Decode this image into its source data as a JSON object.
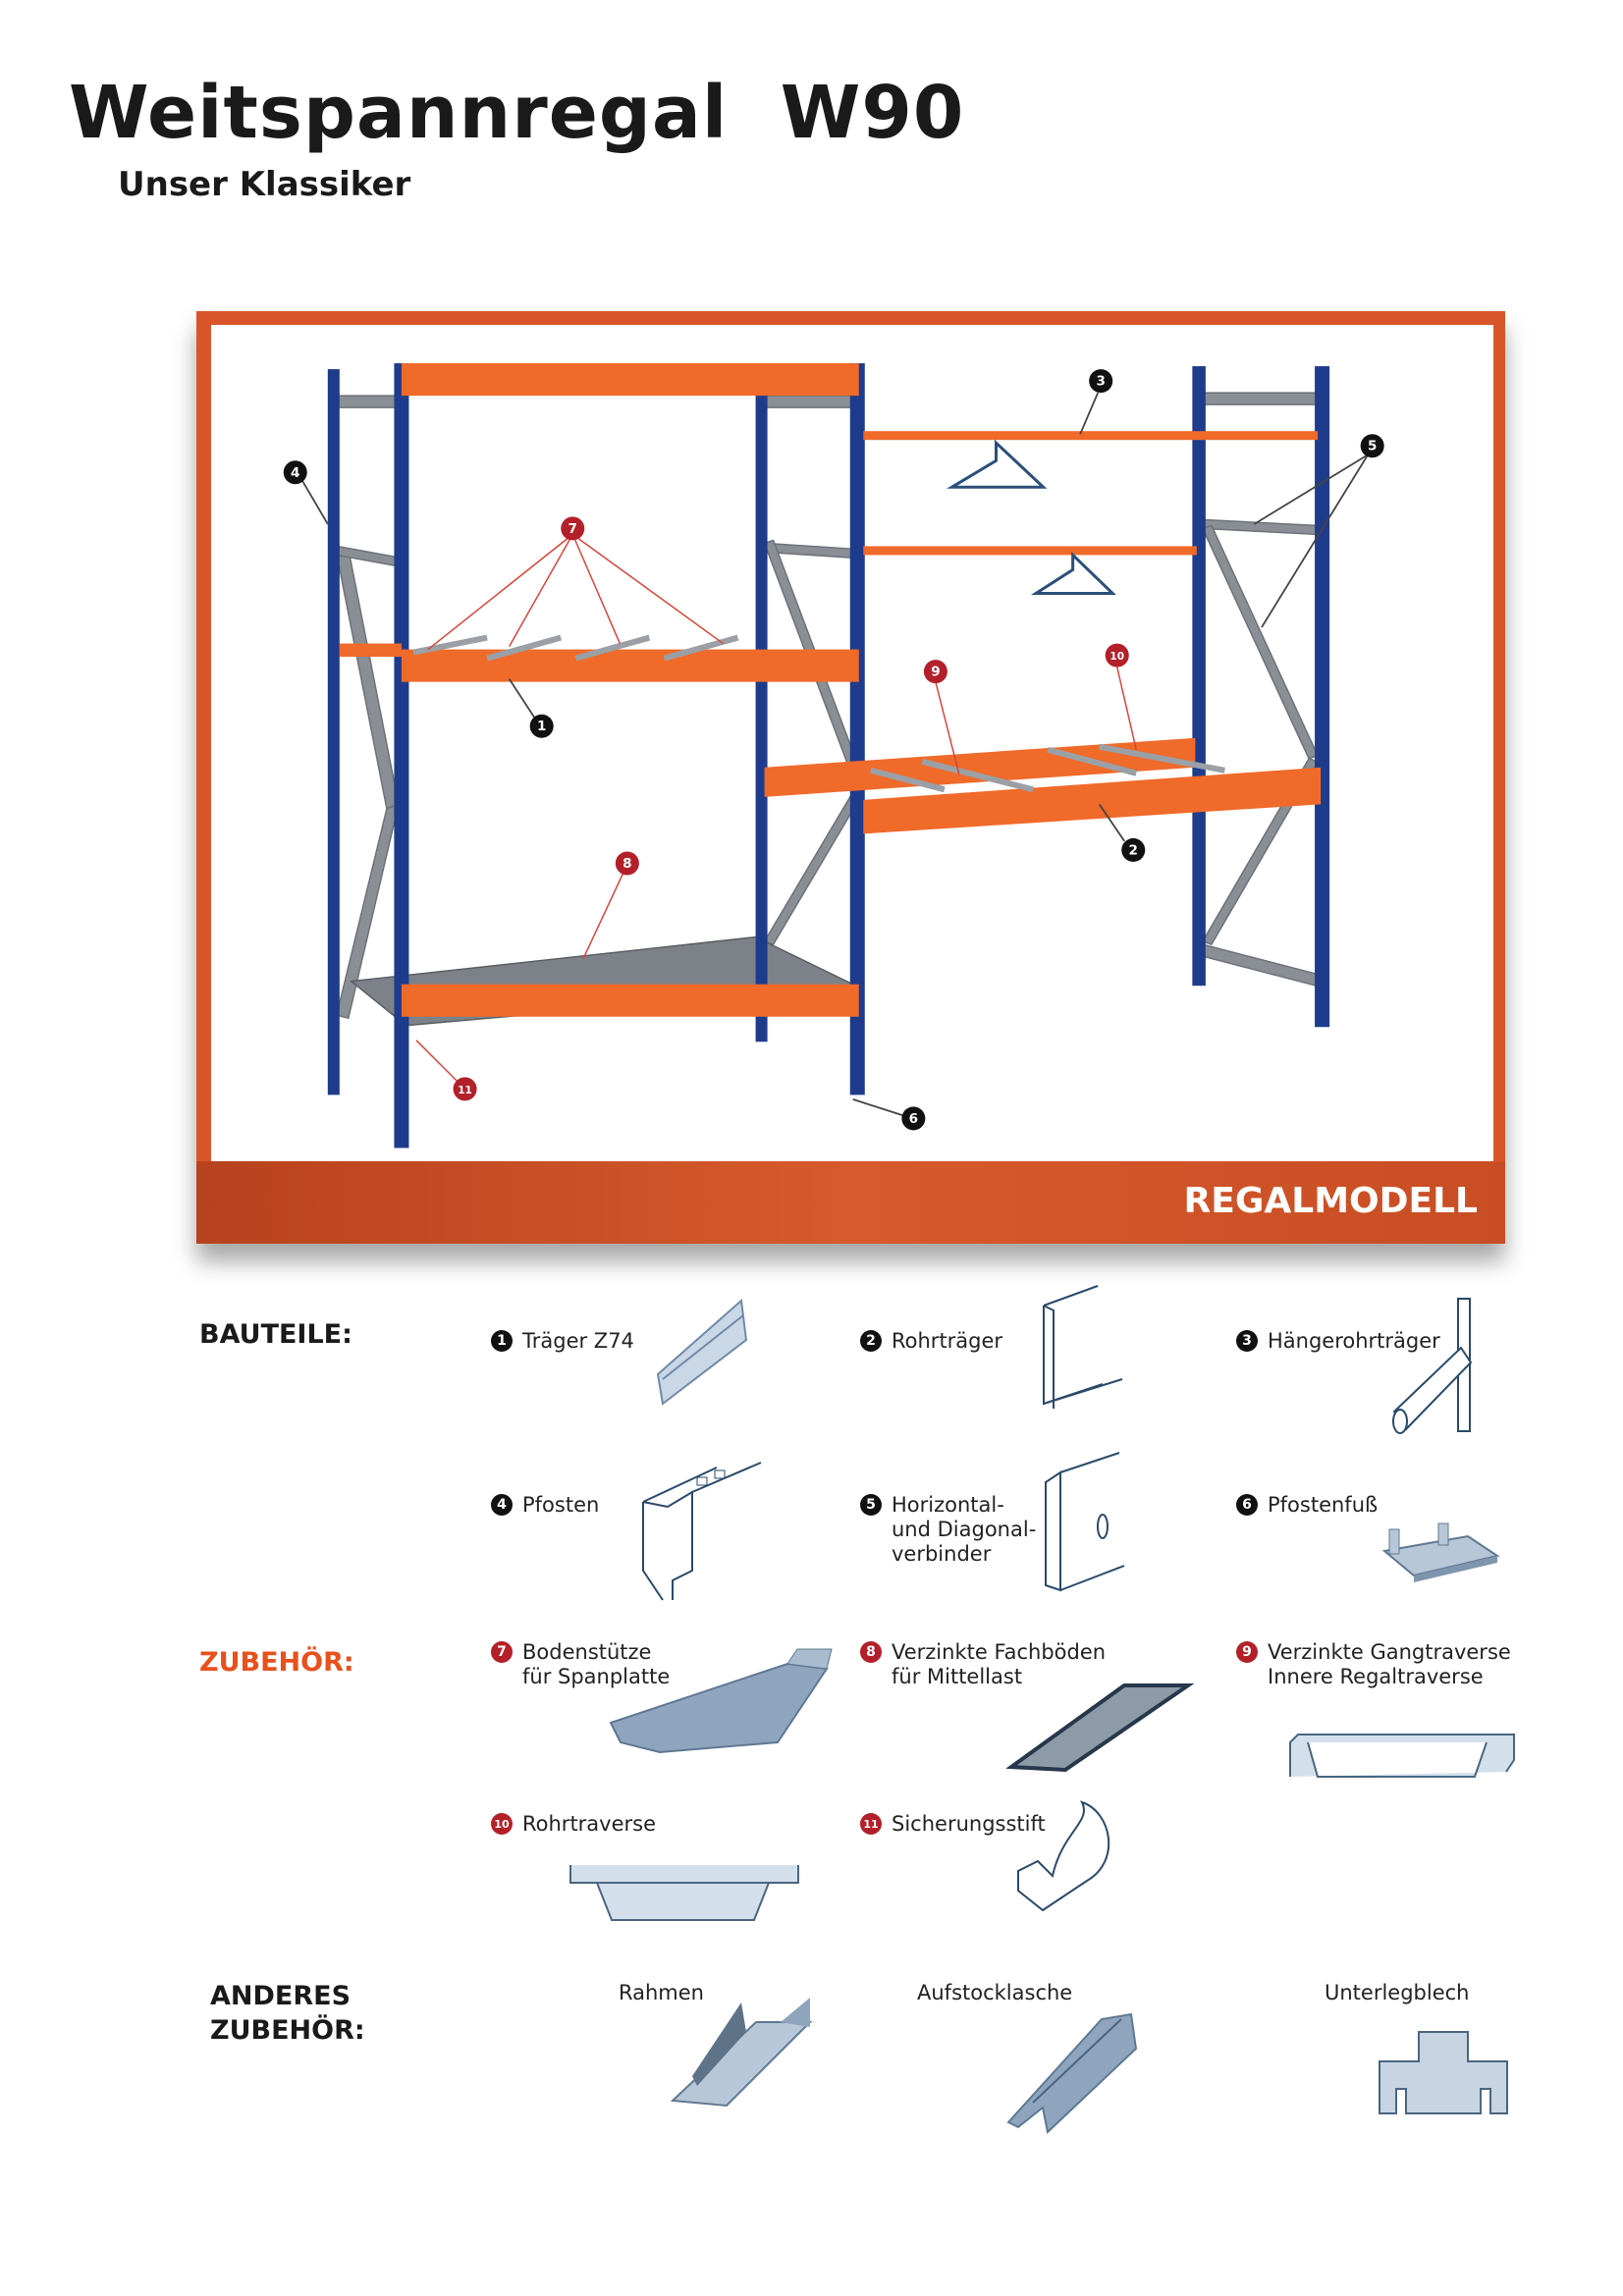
{
  "header": {
    "title": "Weitspannregal  W90",
    "subtitle": "Unser Klassiker"
  },
  "figure": {
    "band_label": "REGALMODELL",
    "callouts": [
      "1",
      "2",
      "3",
      "4",
      "5",
      "6",
      "7",
      "8",
      "9",
      "10",
      "11"
    ],
    "colors": {
      "post": "#1f3c8c",
      "beam": "#f06a2a",
      "brace": "#8a8f96",
      "frame": "#d9562a",
      "callout_black": "#111111",
      "callout_red": "#b3202a"
    }
  },
  "sections": {
    "bauteile": "BAUTEILE:",
    "zubehoer": "ZUBEHÖR:",
    "anderes": "ANDERES\nZUBEHÖR:"
  },
  "bauteile": [
    {
      "num": "1",
      "label": "Träger Z74"
    },
    {
      "num": "2",
      "label": "Rohrträger"
    },
    {
      "num": "3",
      "label": "Hängerohrträger"
    },
    {
      "num": "4",
      "label": "Pfosten"
    },
    {
      "num": "5",
      "label": "Horizontal-\nund Diagonal-\nverbinder"
    },
    {
      "num": "6",
      "label": "Pfostenfuß"
    }
  ],
  "zubehoer": [
    {
      "num": "7",
      "label": "Bodenstütze\nfür Spanplatte"
    },
    {
      "num": "8",
      "label": "Verzinkte Fachböden\nfür Mittellast"
    },
    {
      "num": "9",
      "label": "Verzinkte Gangtraverse\nInnere Regaltraverse"
    },
    {
      "num": "10",
      "label": "Rohrtraverse"
    },
    {
      "num": "11",
      "label": "Sicherungsstift"
    }
  ],
  "anderes": [
    {
      "label": "Rahmen"
    },
    {
      "label": "Aufstocklasche"
    },
    {
      "label": "Unterlegblech"
    }
  ]
}
